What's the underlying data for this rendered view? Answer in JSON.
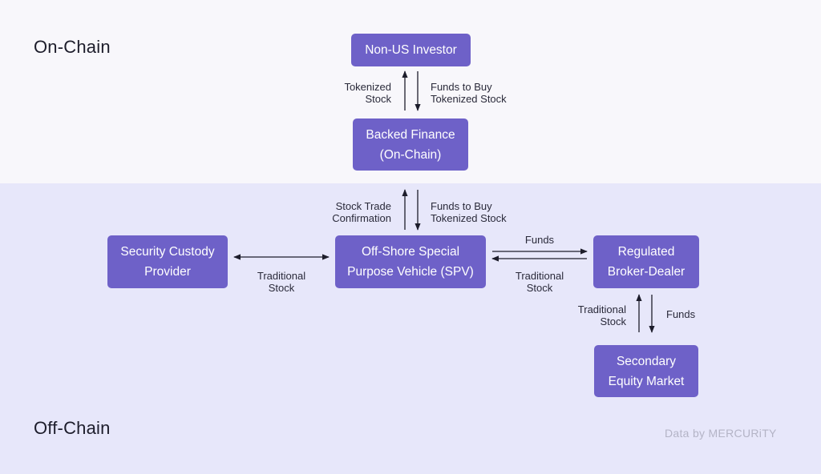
{
  "zones": {
    "on_chain": "On-Chain",
    "off_chain": "Off-Chain"
  },
  "nodes": {
    "investor": [
      "Non-US Investor"
    ],
    "backed": [
      "Backed Finance",
      "(On-Chain)"
    ],
    "spv": [
      "Off-Shore Special",
      "Purpose Vehicle (SPV)"
    ],
    "custody": [
      "Security Custody",
      "Provider"
    ],
    "broker": [
      "Regulated",
      "Broker-Dealer"
    ],
    "market": [
      "Secondary",
      "Equity Market"
    ]
  },
  "edges": {
    "investor_backed_up": [
      "Tokenized",
      "Stock"
    ],
    "investor_backed_down": [
      "Funds to Buy",
      "Tokenized Stock"
    ],
    "backed_spv_up": [
      "Stock Trade",
      "Confirmation"
    ],
    "backed_spv_down": [
      "Funds to Buy",
      "Tokenized Stock"
    ],
    "custody_spv": [
      "Traditional",
      "Stock"
    ],
    "spv_broker_right": [
      "Funds"
    ],
    "spv_broker_left": [
      "Traditional",
      "Stock"
    ],
    "broker_market_up": [
      "Traditional",
      "Stock"
    ],
    "broker_market_down": [
      "Funds"
    ]
  },
  "watermark": "Data by MERCURiTY",
  "colors": {
    "on_chain_bg": "#f8f7fb",
    "off_chain_bg": "#e7e7fa",
    "node_fill": "#6e61c8",
    "node_text": "#ffffff",
    "arrow": "#1d1d2b"
  }
}
